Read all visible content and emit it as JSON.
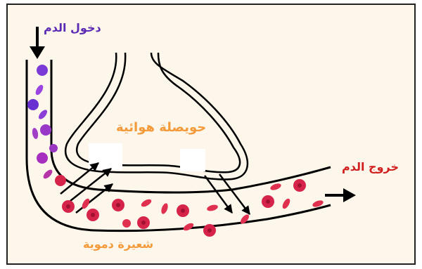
{
  "labels": {
    "blood_in": "دخول الدم",
    "alveolus": "حويصلة هوائية",
    "blood_out": "خروج الدم",
    "capillary": "شعيرة دموية"
  },
  "colors": {
    "background": "#fdf6ea",
    "frame_border": "#222222",
    "outline": "#000000",
    "blood_in_label": "#5b2bb5",
    "alveolus_label": "#f39a3a",
    "blood_out_label": "#d11f1f",
    "capillary_label": "#f39a3a",
    "deoxygenated_cell": "#7a3ad8",
    "oxygenated_cell": "#d6234a",
    "oxygenated_core": "#a01030"
  },
  "icons": {
    "inflow_arrow": "arrow-down-icon",
    "outflow_arrow": "arrow-right-icon",
    "o2_arrows": "diagonal-arrow-up-icon",
    "co2_arrows": "diagonal-arrow-down-icon"
  }
}
